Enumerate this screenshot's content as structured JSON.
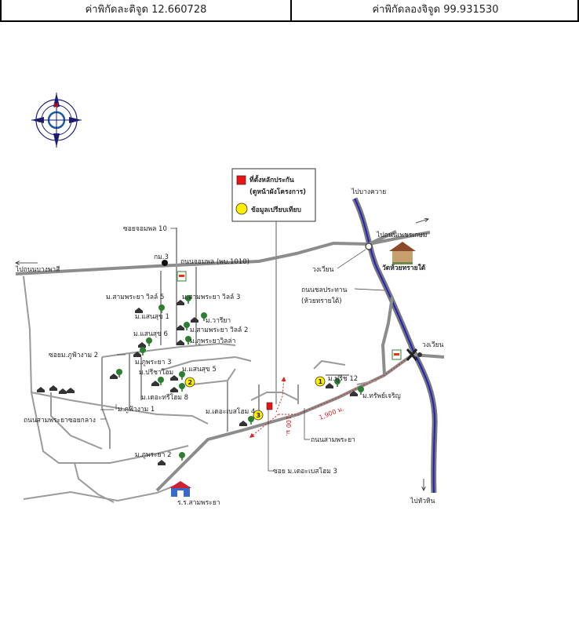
{
  "header": {
    "latitude_label": "ค่าพิกัดละติจูด 12.660728",
    "longitude_label": "ค่าพิกัดลองจิจูด 99.931530"
  },
  "compass": {
    "north": "N",
    "south": "S",
    "east": "E",
    "west": "W"
  },
  "legend": {
    "collateral": "ที่ตั้งหลักประกัน",
    "collateral_note": "(ดูหน้าผังโครงการ)",
    "comparable": "ข้อมูลเปรียบเทียบ"
  },
  "colors": {
    "road": "#8c8c8c",
    "highway": "#6f6f6f",
    "canal": "#2020c8",
    "accent_red": "#dd2222",
    "marker_yellow": "#ffee00",
    "tree": "#2e7d32"
  },
  "markers": [
    "1",
    "2",
    "3"
  ],
  "labels": {
    "to_bang_kwai": "ไปบางควาย",
    "to_phetkasem": "ไปถนนเพชรเกษม",
    "to_hua_hin": "ไปหัวหิน",
    "to_bang_phasi": "ไปถนนบางพาสี",
    "soi_jom_phon_10": "ซอยจอมพล 10",
    "km3": "กม.3",
    "jom_phon_road": "ถนนจอมพล (พบ.1010)",
    "roundabout_top": "วงเวียน",
    "roundabout_right": "วงเวียน",
    "wat": "วัดห้วยทรายใต้",
    "chon_prathan_road": "ถนนชลประทาน",
    "chon_prathan_note": "(ห้วยทรายใต้)",
    "sam_phraya_villa5": "ม.สามพระยา วิลล์ 5",
    "sam_phraya_villa3": "ม.สามพระยา วิลล์ 3",
    "saen_suk1": "ม.แสนสุข 1",
    "wariya": "ม.วารียา",
    "sam_phraya_villa2": "ม.สามพระยา วิลล์ 2",
    "saen_suk6": "ม.แสนสุข 6",
    "phu_phraya_villa": "ม.ภูพระยาวิลล่า",
    "soi_phu_fah_ngam2": "ซอยม.ภูฟ้างาม 2",
    "phu_phraya3": "ม.ภูพระยา 3",
    "saen_suk5": "ม.แสนสุข 5",
    "pricha_home": "ม.ปรีชาโฮม",
    "the_tree_home8": "ม.เดอะทรีโฮม 8",
    "phu_fah_ngam1": "ม.ภูฟ้างาม 1",
    "sam_phraya_klang_road": "ถนนสามพระยาซอยกลาง",
    "the_best_home4": "ม.เดอะเบสโฮม 4",
    "phu_phraya2": "ม.ภูพระยา 2",
    "school": "ร.ร.สามพระยา",
    "soi_the_best_home3": "ซอย ม.เดอะเบสโฮม 3",
    "sam_phraya_road": "ถนนสามพระยา",
    "dist_100": "100 ม.",
    "dist_1900": "1,900 ม.",
    "fu_rich12": "ม.ฟูริช 12",
    "sap_charoen": "ม.ทรัพย์เจริญ"
  }
}
